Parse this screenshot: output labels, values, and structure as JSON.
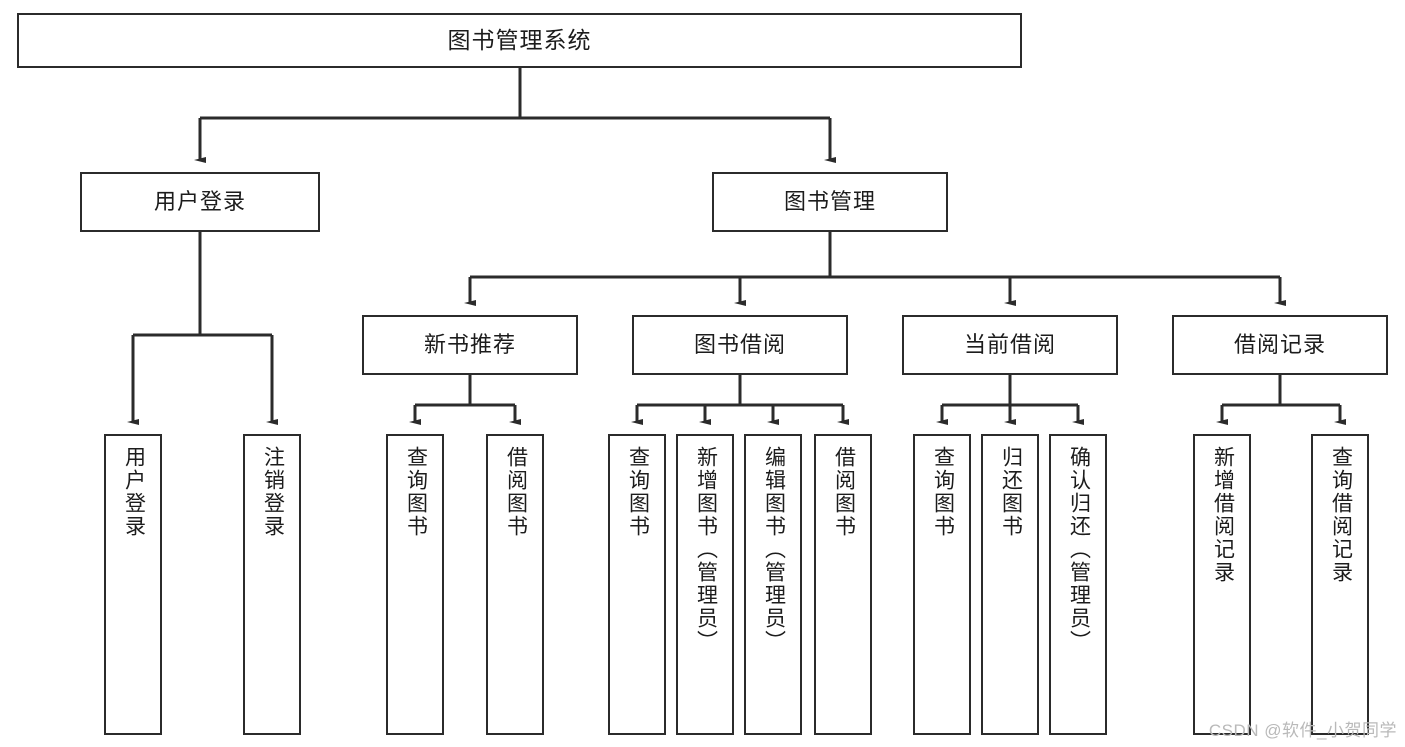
{
  "diagram": {
    "title": "图书管理系统",
    "type": "tree-hierarchy-chart",
    "root": {
      "label": "图书管理系统"
    },
    "level1": [
      {
        "label": "用户登录"
      },
      {
        "label": "图书管理"
      }
    ],
    "level2": [
      {
        "label": "新书推荐"
      },
      {
        "label": "图书借阅"
      },
      {
        "label": "当前借阅"
      },
      {
        "label": "借阅记录"
      }
    ],
    "leaves": [
      {
        "label": "用户登录",
        "parent": "用户登录"
      },
      {
        "label": "注销登录",
        "parent": "用户登录"
      },
      {
        "label": "查询图书",
        "parent": "新书推荐"
      },
      {
        "label": "借阅图书",
        "parent": "新书推荐"
      },
      {
        "label": "查询图书",
        "parent": "图书借阅"
      },
      {
        "label": "新增图书（管理员）",
        "parent": "图书借阅"
      },
      {
        "label": "编辑图书（管理员）",
        "parent": "图书借阅"
      },
      {
        "label": "借阅图书",
        "parent": "图书借阅"
      },
      {
        "label": "查询图书",
        "parent": "当前借阅"
      },
      {
        "label": "归还图书",
        "parent": "当前借阅"
      },
      {
        "label": "确认归还（管理员）",
        "parent": "当前借阅"
      },
      {
        "label": "新增借阅记录",
        "parent": "借阅记录"
      },
      {
        "label": "查询借阅记录",
        "parent": "借阅记录"
      }
    ]
  },
  "watermark": {
    "text": "CSDN @软件_小贺同学"
  },
  "colors": {
    "stroke": "#2b2b2b",
    "background": "#ffffff",
    "text": "#1c1c1c",
    "watermark": "#b9b9b9"
  }
}
